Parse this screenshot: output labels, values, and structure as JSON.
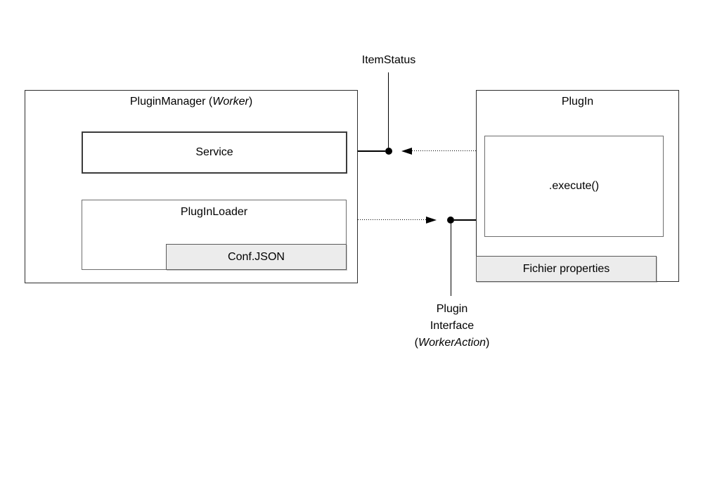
{
  "diagram": {
    "item_status_label": "ItemStatus",
    "plugin_manager": {
      "title": {
        "prefix": "PluginManager (",
        "italic": "Worker",
        "suffix": ")"
      },
      "service": "Service",
      "loader": "PlugInLoader",
      "conf": "Conf.JSON"
    },
    "plugin": {
      "title": "PlugIn",
      "execute": ".execute()",
      "properties_file": "Fichier properties"
    },
    "plugin_interface_label": {
      "line1": "Plugin",
      "line2": "Interface",
      "line3_prefix": "(",
      "line3_italic": "WorkerAction",
      "line3_suffix": ")"
    },
    "colors": {
      "background": "#ffffff",
      "line": "#000000",
      "outer_box_border": "#2e2e2e",
      "inner_box_border": "#6e6e6e",
      "gray_fill": "#ececec",
      "text": "#000000"
    }
  }
}
